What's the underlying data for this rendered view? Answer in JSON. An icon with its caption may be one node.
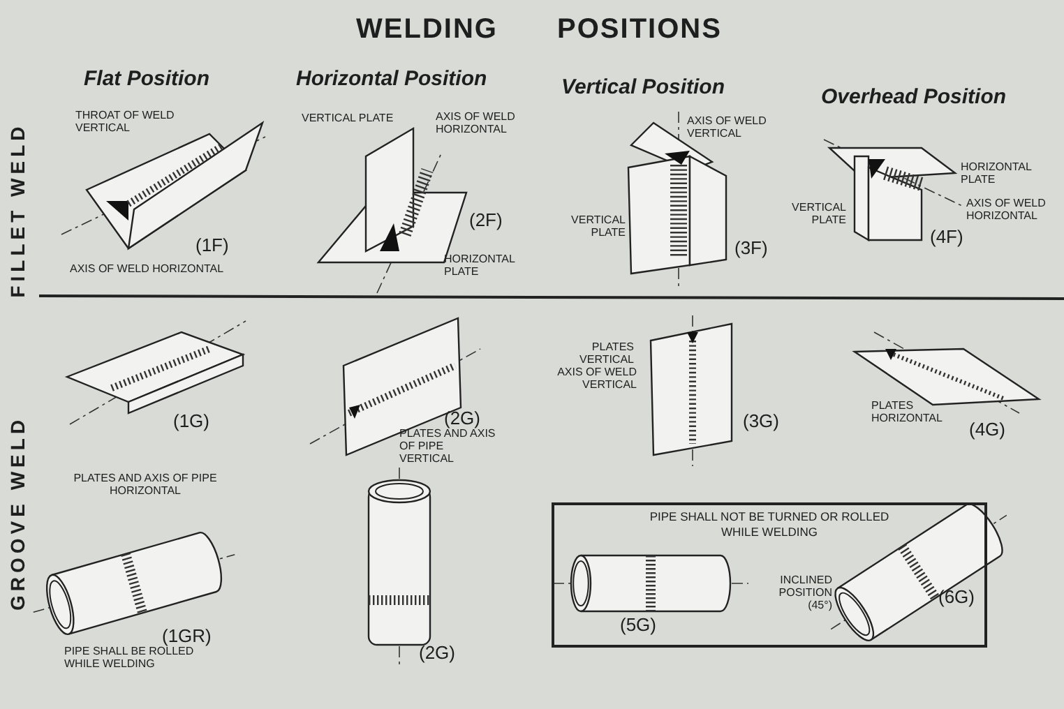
{
  "diagram": {
    "title": "WELDING POSITIONS",
    "nodes": [
      {
        "text": [
          "PIPE SHALL NOT BE TURNED OR ROLLED WHILE WELDING"
        ]
      }
    ],
    "labels": [
      "Flat Position",
      "Horizontal Position",
      "Vertical Position",
      "Overhead Position",
      "FILLET WELD",
      "THROAT OF WELD VERTICAL",
      "VERTICAL PLATE",
      "AXIS OF WELD HORIZONTAL",
      "AXIS OF WELD VERTICAL",
      "HORIZONTAL PLATE",
      "VERTICAL PLATE",
      "AXIS OF WELD HORIZONTAL",
      "VERTICAL PLATE",
      "(1F)",
      "(2F)",
      "(3F)",
      "(4F)",
      "AXIS OF WELD HORIZONTAL",
      "HORIZONTAL PLATE",
      "GROOVE WELD",
      "PLATES VERTICAL",
      "AXIS OF WELD VERTICAL",
      "PLATES HORIZONTAL",
      "(1G)",
      "(2G)",
      "(3G)",
      "(4G)",
      "PLATES AND AXIS OF PIPE VERTICAL",
      "PLATES AND AXIS OF PIPE HORIZONTAL",
      "(1GR)",
      "PIPE SHALL BE ROLLED WHILE WELDING",
      "(2G)",
      "(5G)",
      "INCLINED POSITION (45°)",
      "(6G)"
    ]
  }
}
